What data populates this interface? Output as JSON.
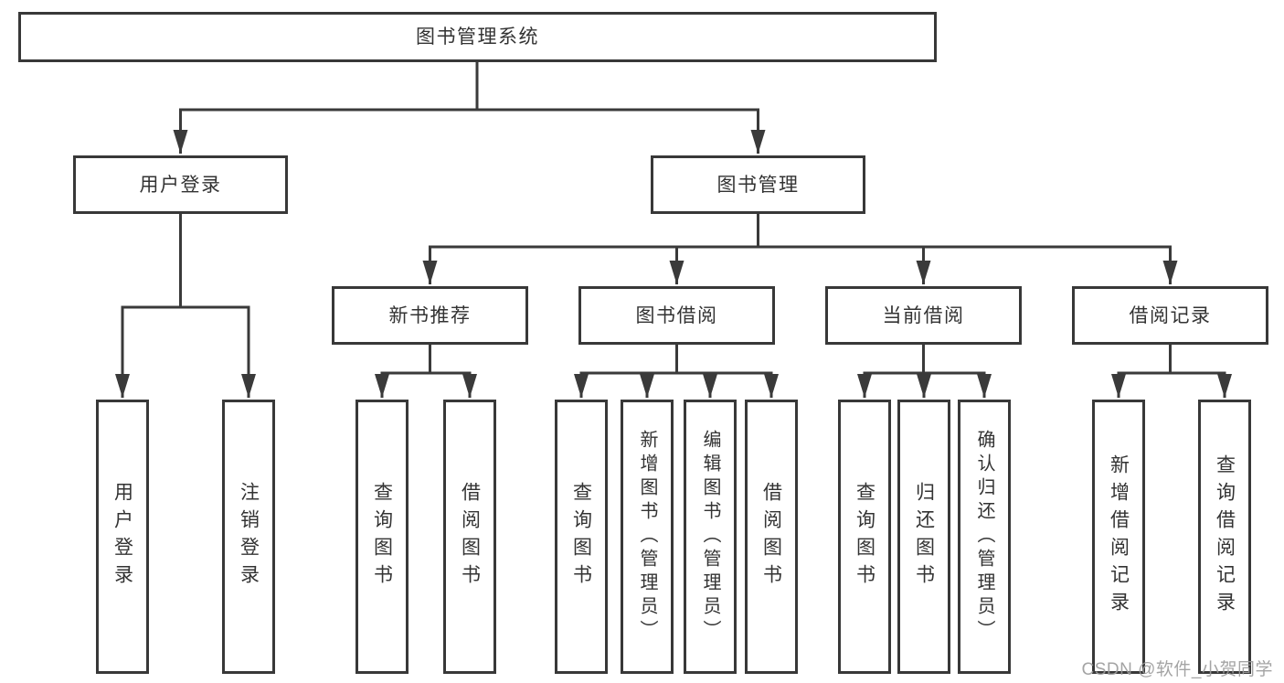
{
  "tree": {
    "label": "图书管理系统",
    "children": [
      {
        "label": "用户登录",
        "children": [
          {
            "label": "用户登录"
          },
          {
            "label": "注销登录"
          }
        ]
      },
      {
        "label": "图书管理",
        "children": [
          {
            "label": "新书推荐",
            "children": [
              {
                "label": "查询图书"
              },
              {
                "label": "借阅图书"
              }
            ]
          },
          {
            "label": "图书借阅",
            "children": [
              {
                "label": "查询图书"
              },
              {
                "label": "新增图书（管理员）"
              },
              {
                "label": "编辑图书（管理员）"
              },
              {
                "label": "借阅图书"
              }
            ]
          },
          {
            "label": "当前借阅",
            "children": [
              {
                "label": "查询图书"
              },
              {
                "label": "归还图书"
              },
              {
                "label": "确认归还（管理员）"
              }
            ]
          },
          {
            "label": "借阅记录",
            "children": [
              {
                "label": "新增借阅记录"
              },
              {
                "label": "查询借阅记录"
              }
            ]
          }
        ]
      }
    ]
  },
  "watermark": {
    "text": "CSDN @软件_小贺同学"
  },
  "colors": {
    "line": "#3a3a3a",
    "box_border": "#383838",
    "text": "#333333",
    "watermark": "#9b9b9b",
    "background": "#ffffff"
  }
}
